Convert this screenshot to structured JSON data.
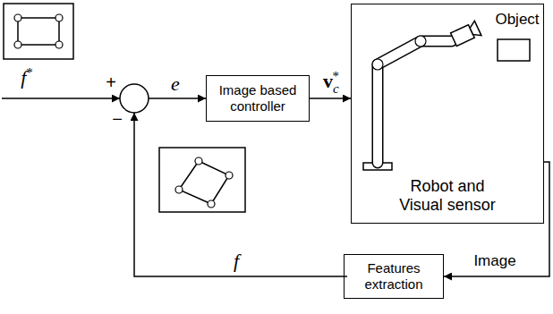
{
  "diagram": {
    "nodes": [
      {
        "text": [
          "Image based controller"
        ]
      },
      {
        "text": [
          "Robot and Visual sensor"
        ]
      },
      {
        "text": [
          "Features extraction"
        ]
      }
    ],
    "edges": [
      {
        "from": 0,
        "to": 1,
        "arrow": "to",
        "label": "vc*"
      },
      {
        "from": 1,
        "to": 2,
        "arrow": "to",
        "label": "Image"
      }
    ],
    "labels": [
      "f*",
      "+",
      "e",
      "−",
      "f",
      "Object"
    ]
  }
}
